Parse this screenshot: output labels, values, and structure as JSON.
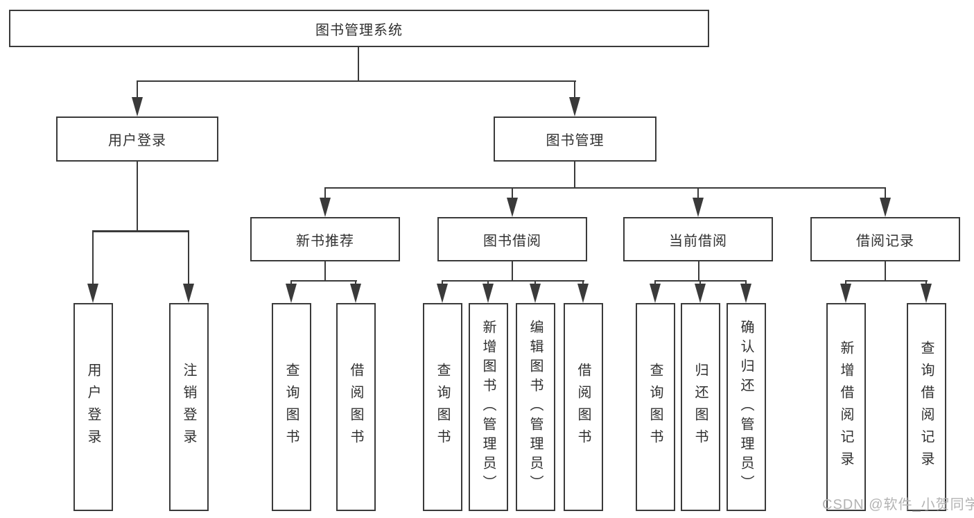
{
  "diagram": {
    "root": {
      "label": "图书管理系统"
    },
    "level2": [
      {
        "label": "用户登录"
      },
      {
        "label": "图书管理"
      }
    ],
    "level3": [
      {
        "label": "新书推荐"
      },
      {
        "label": "图书借阅"
      },
      {
        "label": "当前借阅"
      },
      {
        "label": "借阅记录"
      }
    ],
    "leaves": [
      {
        "label": "用户登录"
      },
      {
        "label": "注销登录"
      },
      {
        "label": "查询图书"
      },
      {
        "label": "借阅图书"
      },
      {
        "label": "查询图书"
      },
      {
        "label": "新增图书（管理员）"
      },
      {
        "label": "编辑图书（管理员）"
      },
      {
        "label": "借阅图书"
      },
      {
        "label": "查询图书"
      },
      {
        "label": "归还图书"
      },
      {
        "label": "确认归还（管理员）"
      },
      {
        "label": "新增借阅记录"
      },
      {
        "label": "查询借阅记录"
      }
    ]
  },
  "watermark": {
    "text": "CSDN @软件_小贺同学"
  },
  "colors": {
    "line": "#3a3a3a",
    "text": "#303030",
    "watermark": "#b3b3b3",
    "box_fill": "#ffffff",
    "background": "#ffffff"
  }
}
